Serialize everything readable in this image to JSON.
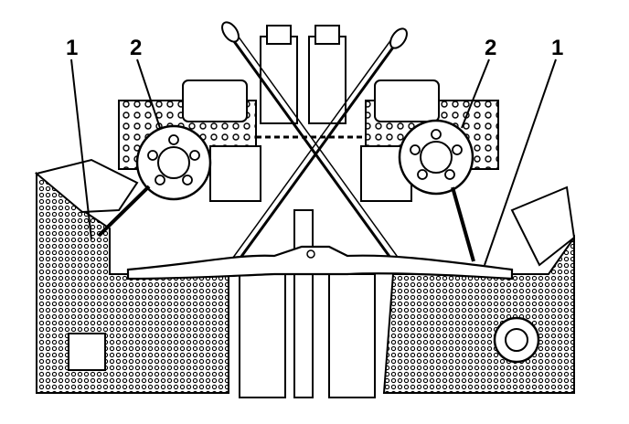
{
  "callouts": {
    "left_bracket": "1",
    "left_sprocket": "2",
    "right_sprocket": "2",
    "right_bracket": "1"
  },
  "colors": {
    "ink": "#000000",
    "paper": "#ffffff"
  }
}
